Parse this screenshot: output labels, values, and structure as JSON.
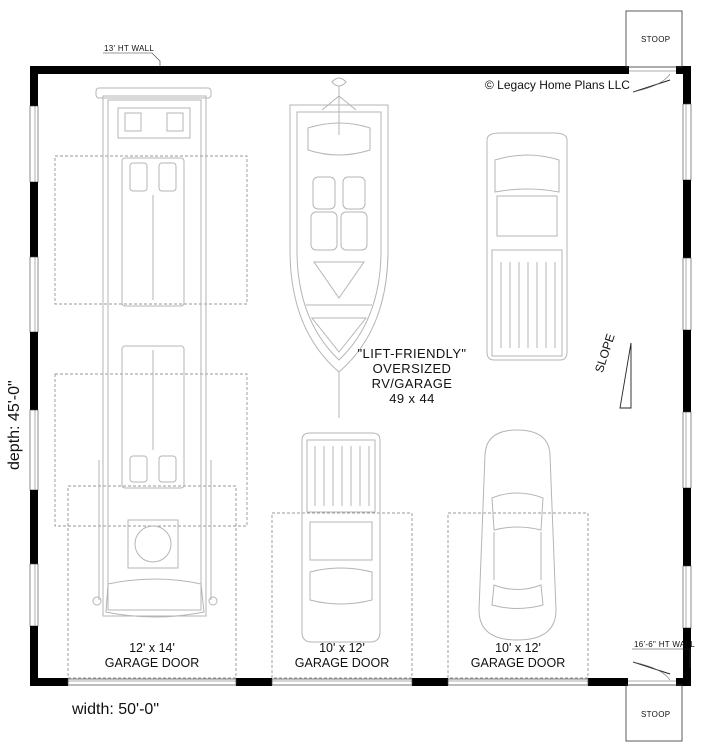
{
  "plan": {
    "copyright": "© Legacy Home Plans LLC",
    "wall_note_top": "13' HT WALL",
    "wall_note_bottom": "16'-6\" HT WALL",
    "stoop_top": "STOOP",
    "stoop_bottom": "STOOP",
    "slope": "SLOPE",
    "width_dim": "width: 50'-0\"",
    "depth_dim": "depth: 45'-0\"",
    "room": {
      "line1": "\"LIFT-FRIENDLY\"",
      "line2": "OVERSIZED",
      "line3": "RV/GARAGE",
      "line4": "49 x 44"
    },
    "doors": [
      {
        "size": "12' x 14'",
        "label": "GARAGE DOOR"
      },
      {
        "size": "10' x 12'",
        "label": "GARAGE DOOR"
      },
      {
        "size": "10' x 12'",
        "label": "GARAGE DOOR"
      }
    ]
  },
  "colors": {
    "wall": "#000000",
    "vehicle_line": "#b5b5b5",
    "dash": "#777777",
    "background": "#ffffff"
  }
}
